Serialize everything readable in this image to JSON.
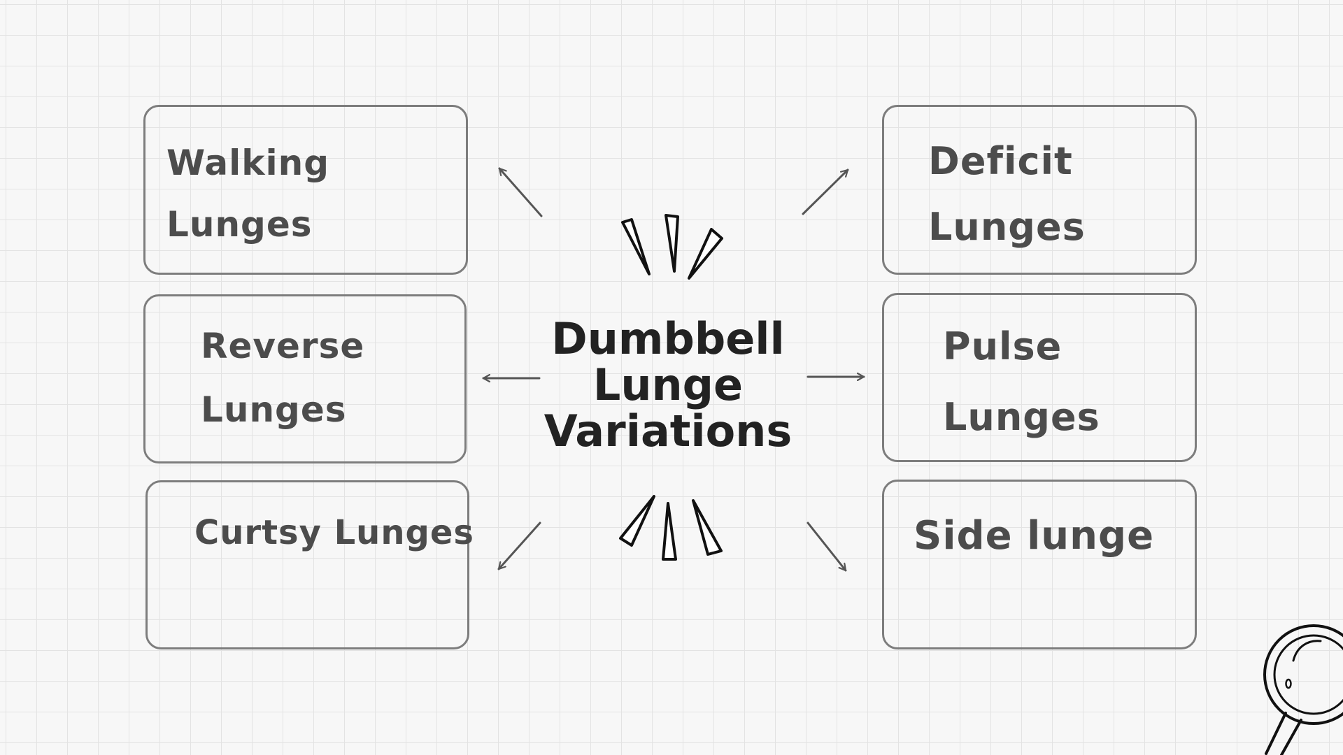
{
  "title": {
    "line1": "Dumbbell",
    "line2": "Lunge",
    "line3": "Variations"
  },
  "boxes": {
    "walking": {
      "line1": "Walking",
      "line2": "Lunges"
    },
    "reverse": {
      "line1": "Reverse",
      "line2": "Lunges"
    },
    "curtsy": {
      "line1": "Curtsy Lunges"
    },
    "deficit": {
      "line1": "Deficit",
      "line2": "Lunges"
    },
    "pulse": {
      "line1": "Pulse",
      "line2": "Lunges"
    },
    "side": {
      "line1": "Side lunge"
    }
  },
  "icons": {
    "emphasis_marks": "burst-lines-icon",
    "corner": "magnifying-glass-icon"
  },
  "colors": {
    "background": "#f7f7f7",
    "grid": "#e3e3e3",
    "box_border": "#7d7d7d",
    "box_text": "#4c4c4c",
    "title": "#222222",
    "arrow": "#555555"
  }
}
